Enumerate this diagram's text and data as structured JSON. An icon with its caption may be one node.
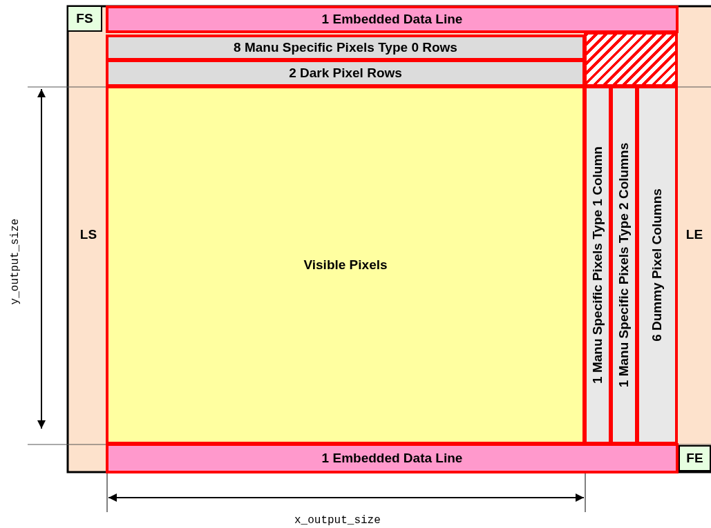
{
  "diagram": {
    "nodes": [
      {
        "text": [
          "FS"
        ]
      },
      {
        "text": [
          "1 Embedded Data Line"
        ]
      },
      {
        "text": [
          "8 Manu Specific Pixels Type 0 Rows"
        ]
      },
      {
        "text": [
          "2 Dark Pixel Rows"
        ]
      },
      {
        "text": [
          "LS"
        ]
      },
      {
        "text": [
          "Visible Pixels"
        ]
      },
      {
        "text": [
          "1 Manu Specific Pixels Type 1 Column"
        ]
      },
      {
        "text": [
          "1 Manu Specific Pixels Type 2 Columns"
        ]
      },
      {
        "text": [
          "6 Dummy Pixel Columns"
        ]
      },
      {
        "text": [
          "LE"
        ]
      },
      {
        "text": [
          "1 Embedded Data Line"
        ]
      },
      {
        "text": [
          "FE"
        ]
      },
      {
        "text": [],
        "shape": "box"
      }
    ],
    "labels": [
      "y_output_size",
      "x_output_size"
    ]
  }
}
